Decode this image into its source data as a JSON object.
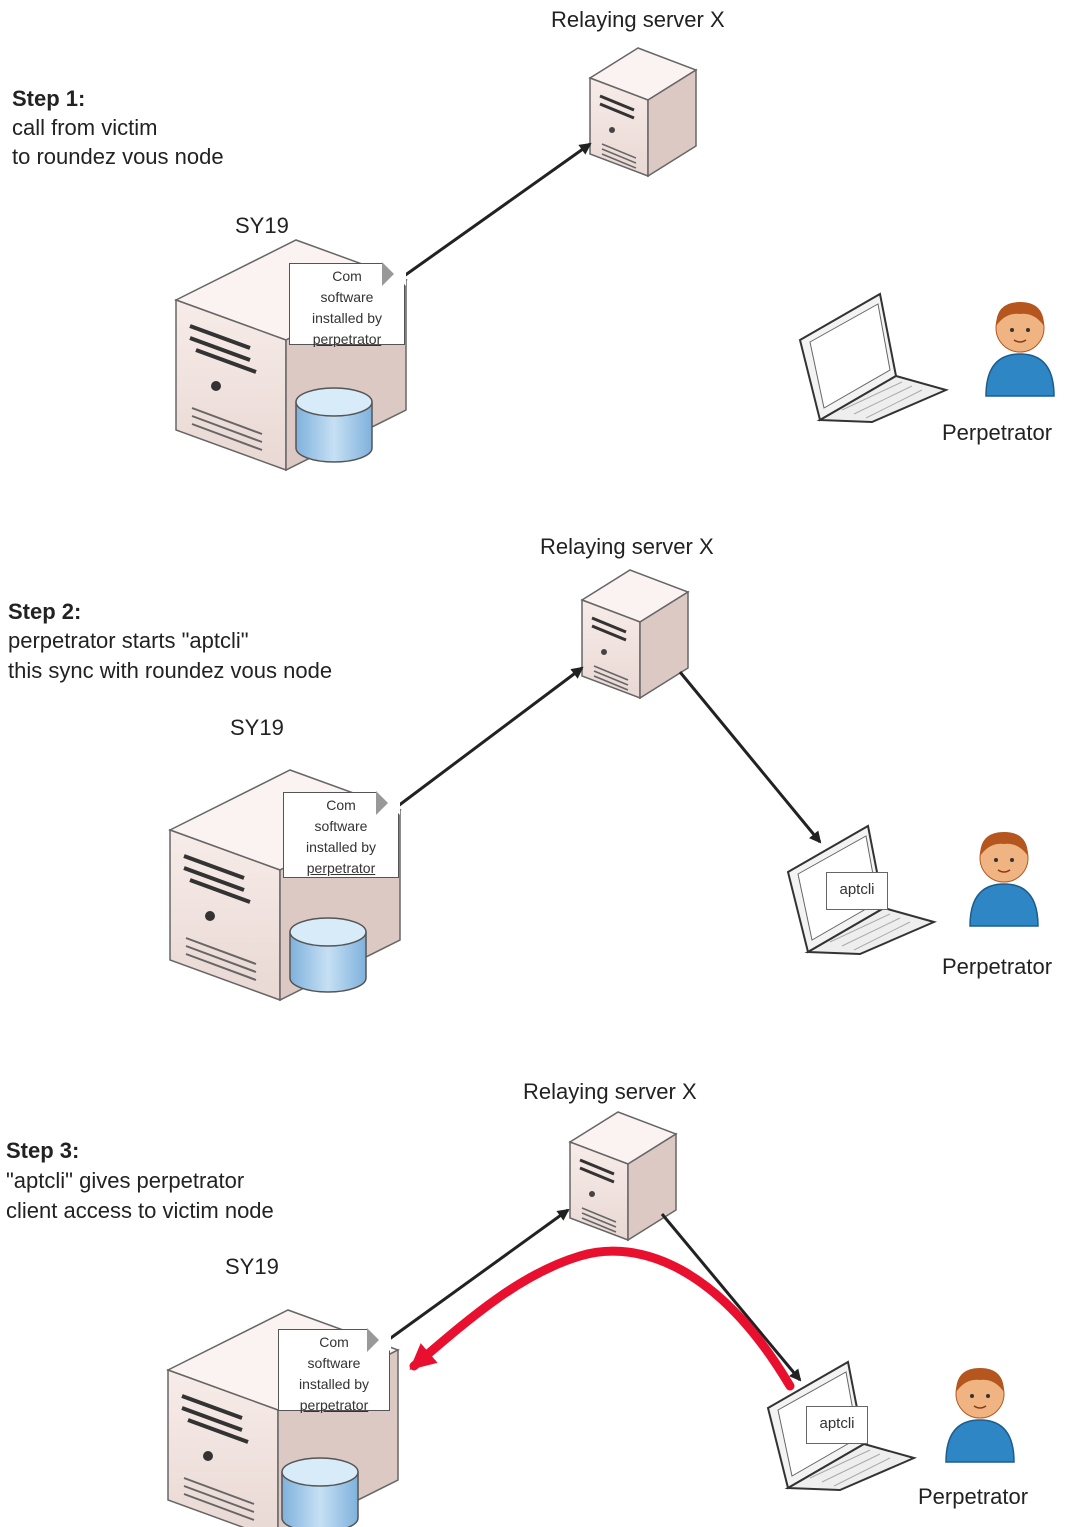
{
  "steps": [
    {
      "title": "Step 1:",
      "lines": [
        "call from victim",
        "to roundez vous node"
      ],
      "server_label": "Relaying server X",
      "victim_label": "SY19",
      "note_lines": [
        "Com",
        "software",
        "installed by",
        "perpetrator"
      ],
      "perpetrator_label": "Perpetrator",
      "laptop_text": ""
    },
    {
      "title": "Step 2:",
      "lines": [
        "perpetrator starts \"aptcli\"",
        "this sync with roundez vous node"
      ],
      "server_label": "Relaying server X",
      "victim_label": "SY19",
      "note_lines": [
        "Com",
        "software",
        "installed by",
        "perpetrator"
      ],
      "perpetrator_label": "Perpetrator",
      "laptop_text": "aptcli"
    },
    {
      "title": "Step 3:",
      "lines": [
        "\"aptcli\" gives perpetrator",
        "client access to victim node"
      ],
      "server_label": "Relaying server X",
      "victim_label": "SY19",
      "note_lines": [
        "Com",
        "software",
        "installed by",
        "perpetrator"
      ],
      "perpetrator_label": "Perpetrator",
      "laptop_text": "aptcli"
    }
  ],
  "colors": {
    "arrow": "#222222",
    "access_arrow": "#e8102e",
    "server_body": "#f1e4e0",
    "disk": "#9cc6e6",
    "person": "#2f86c4",
    "face": "#f0b482",
    "hair": "#b5561f"
  }
}
